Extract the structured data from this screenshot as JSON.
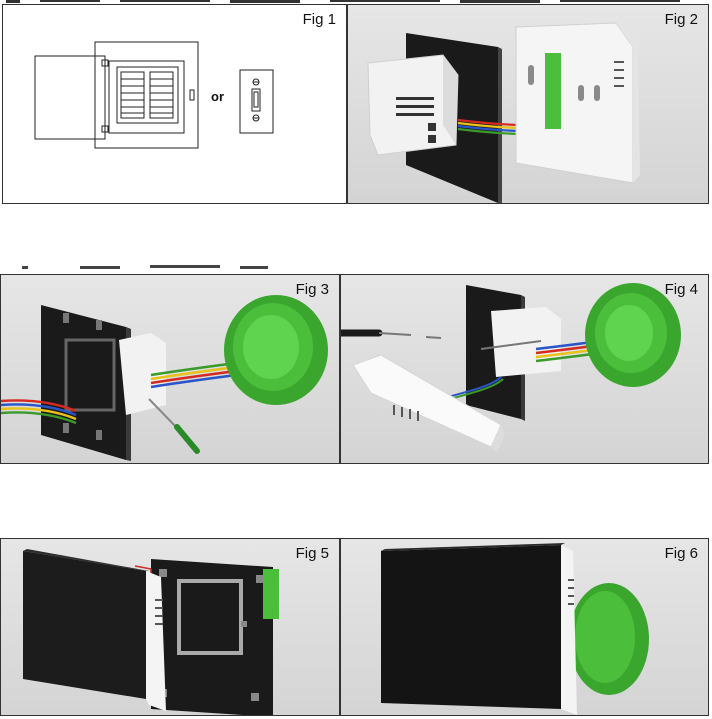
{
  "figures": {
    "fig1": {
      "label": "Fig 1",
      "or_text": "or"
    },
    "fig2": {
      "label": "Fig 2"
    },
    "fig3": {
      "label": "Fig 3"
    },
    "fig4": {
      "label": "Fig 4"
    },
    "fig5": {
      "label": "Fig 5"
    },
    "fig6": {
      "label": "Fig 6"
    }
  },
  "colors": {
    "faceplate_black": "#1a1a1a",
    "body_white": "#f4f4f4",
    "junction_green": "#4bbf3c",
    "wire_red": "#d42a22",
    "wire_yellow": "#e8c21a",
    "wire_blue": "#2a55c8",
    "wire_green": "#3a9a2a"
  }
}
